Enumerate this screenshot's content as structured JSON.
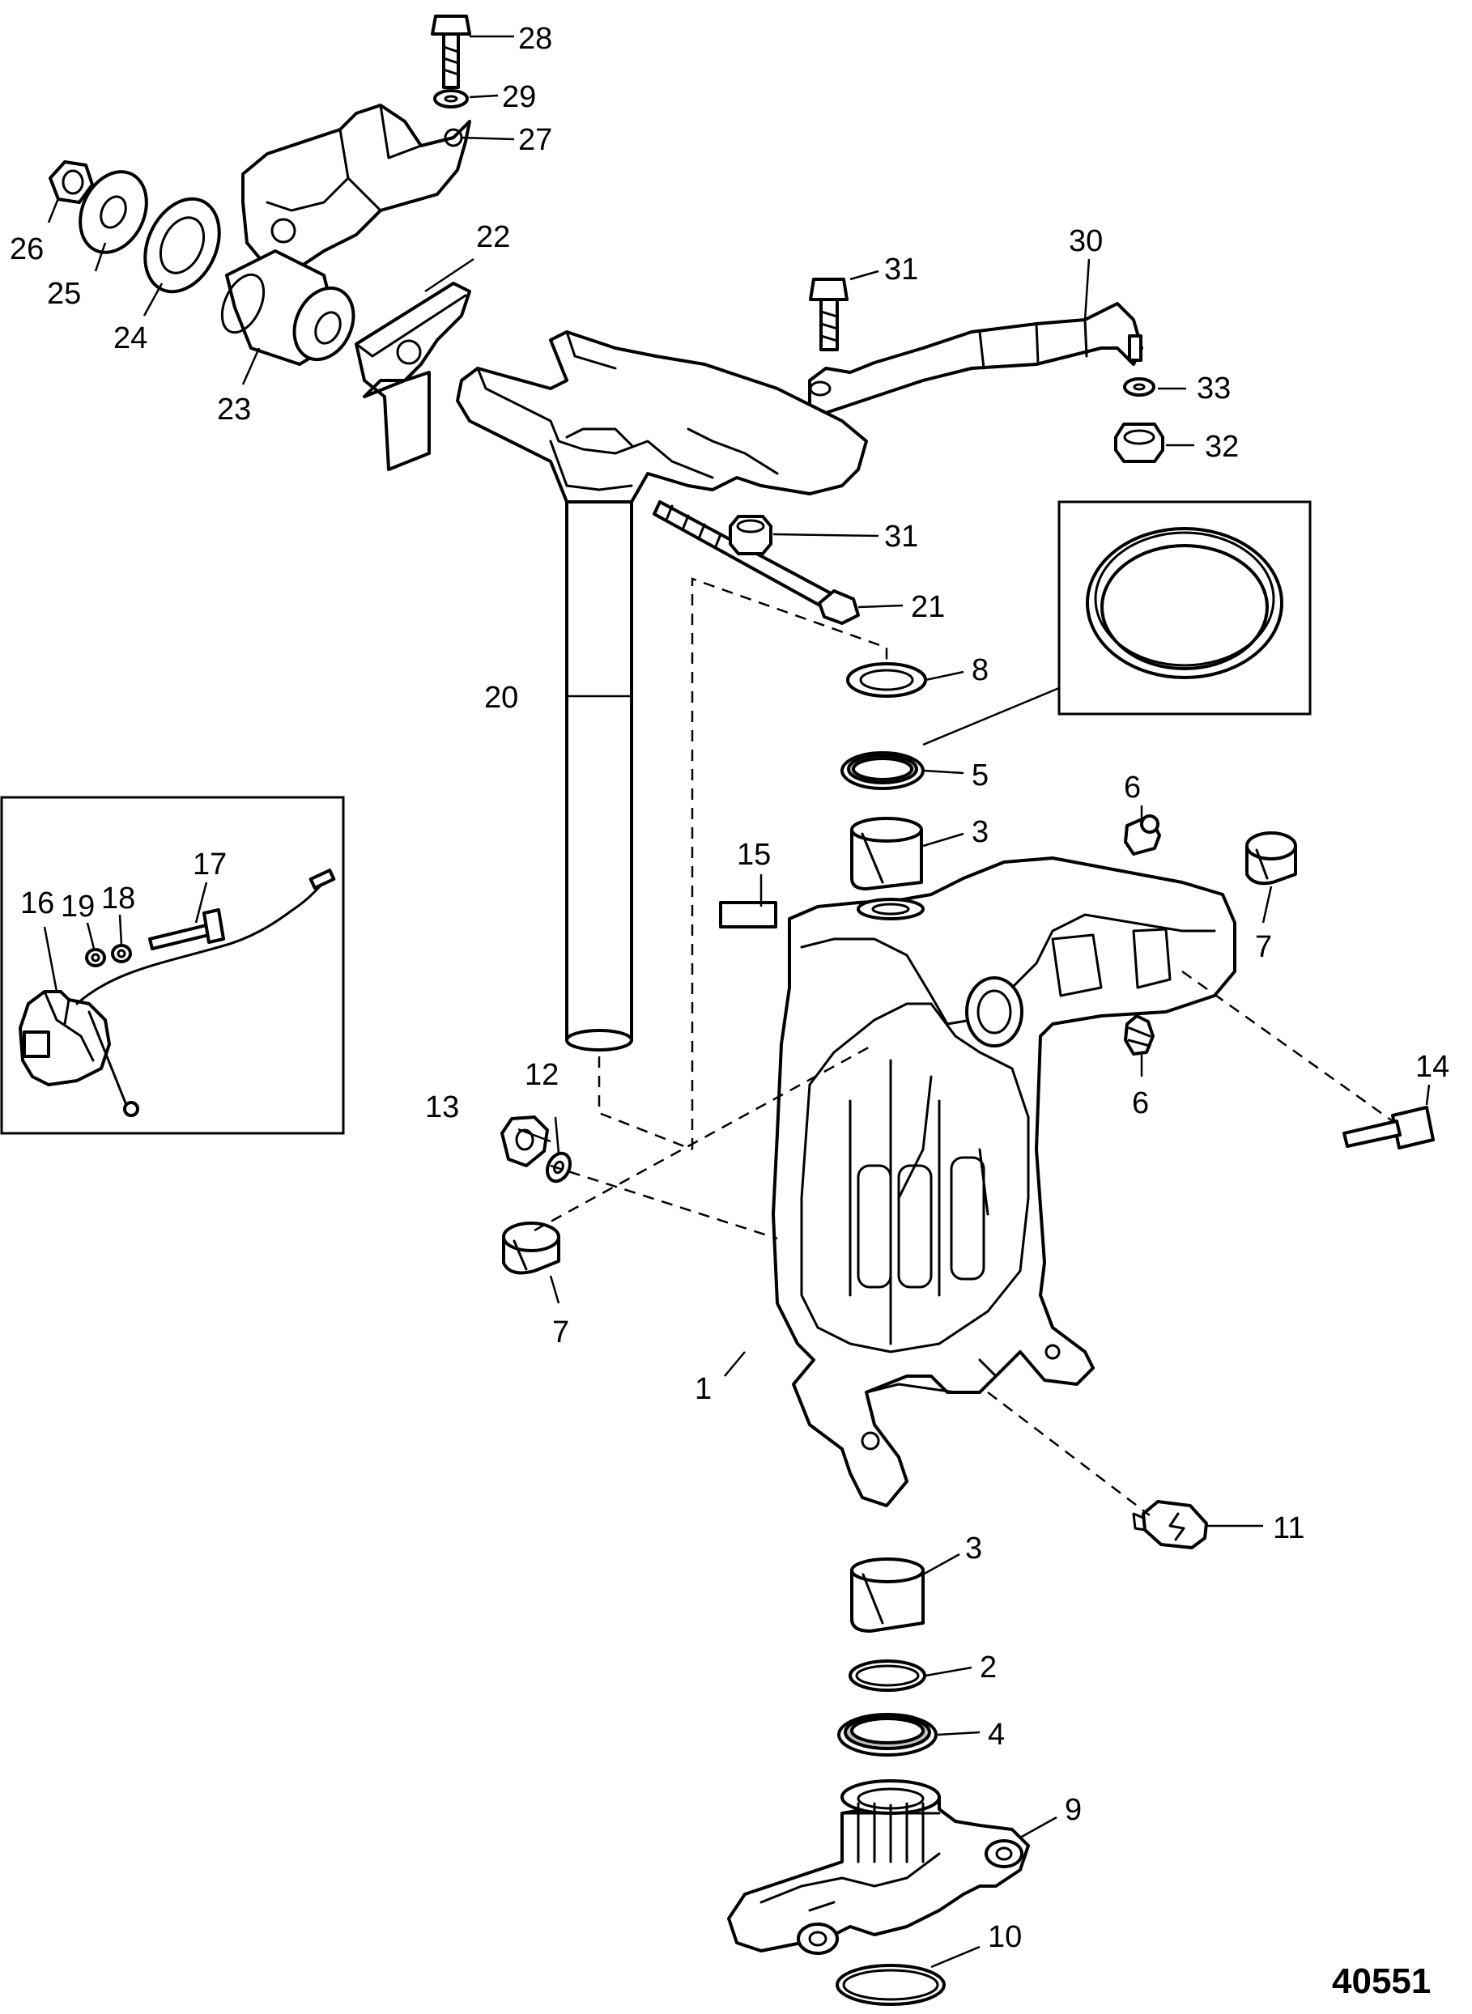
{
  "diagram": {
    "document_number": "40551",
    "callouts": {
      "c1": "1",
      "c2": "2",
      "c3a": "3",
      "c3b": "3",
      "c4": "4",
      "c5": "5",
      "c6a": "6",
      "c6b": "6",
      "c7a": "7",
      "c7b": "7",
      "c8": "8",
      "c9": "9",
      "c10": "10",
      "c11": "11",
      "c12": "12",
      "c13": "13",
      "c14": "14",
      "c15": "15",
      "c16": "16",
      "c17": "17",
      "c18": "18",
      "c19": "19",
      "c20": "20",
      "c21": "21",
      "c22": "22",
      "c23": "23",
      "c24": "24",
      "c25": "25",
      "c26": "26",
      "c27": "27",
      "c28": "28",
      "c29": "29",
      "c30": "30",
      "c31a": "31",
      "c31b": "31",
      "c32": "32",
      "c33": "33"
    }
  }
}
